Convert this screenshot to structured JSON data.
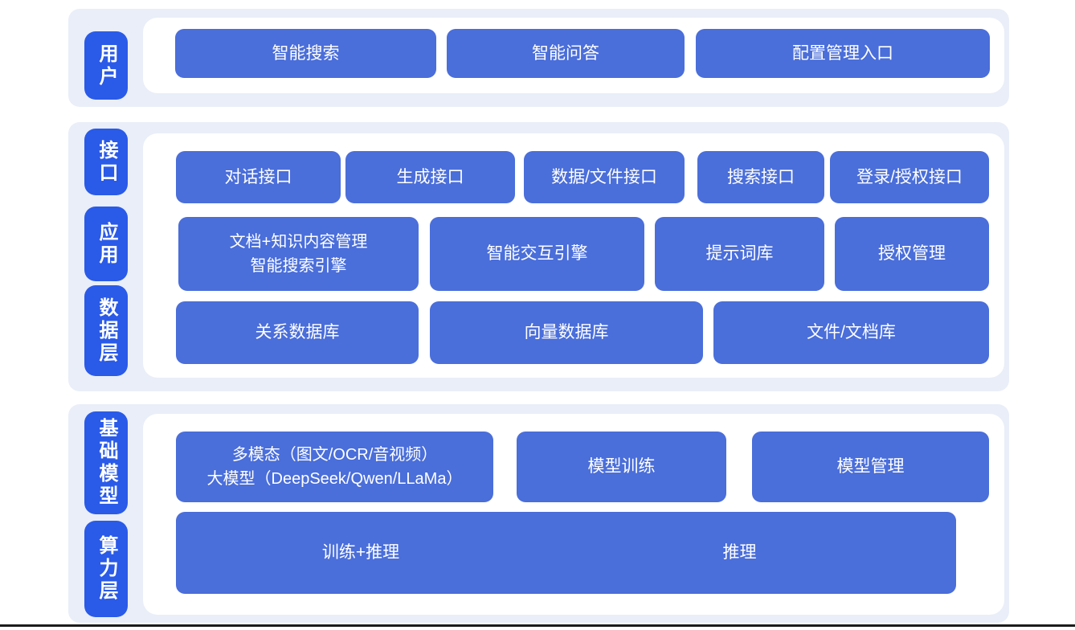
{
  "colors": {
    "band_background": "#e9eef8",
    "tab_blue": "#2a5ae8",
    "block_blue": "#4a6eda",
    "text_white": "#ffffff",
    "bottom_line": "#1c1c1c"
  },
  "layers": {
    "user": {
      "tab": "用户",
      "blocks": [
        "智能搜索",
        "智能问答",
        "配置管理入口"
      ]
    },
    "interface": {
      "tab": "接口",
      "blocks": [
        "对话接口",
        "生成接口",
        "数据/文件接口",
        "搜索接口",
        "登录/授权接口"
      ]
    },
    "application": {
      "tab": "应用",
      "blocks": [
        "文档+知识内容管理\n智能搜索引擎",
        "智能交互引擎",
        "提示词库",
        "授权管理"
      ]
    },
    "data": {
      "tab": "数据层",
      "blocks": [
        "关系数据库",
        "向量数据库",
        "文件/文档库"
      ]
    },
    "foundation_model": {
      "tab": "基础模型",
      "blocks": [
        "多模态（图文/OCR/音视频）\n大模型（DeepSeek/Qwen/LLaMa）",
        "模型训练",
        "模型管理"
      ]
    },
    "compute": {
      "tab": "算力层",
      "blocks": [
        "训练+推理",
        "推理"
      ]
    }
  }
}
